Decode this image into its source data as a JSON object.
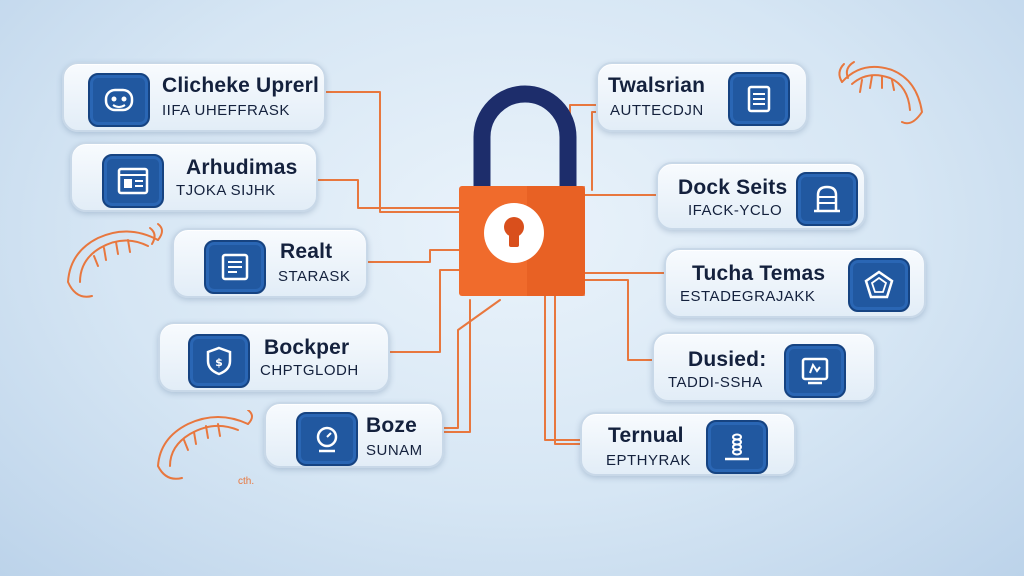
{
  "colors": {
    "background": "#d6e6f4",
    "connector": "#e8773e",
    "lock_body": "#f06b2c",
    "lock_shackle": "#1d2d6b",
    "icon_tile": "#2158a0"
  },
  "center_icon": "padlock-icon",
  "left_cards": [
    {
      "title": "Clicheke Uprerl",
      "subtitle": "IIFA  UHEFFRASK",
      "icon": "robot-icon"
    },
    {
      "title": "Arhudimas",
      "subtitle": "TJOKA SIJHK",
      "icon": "browser-window-icon"
    },
    {
      "title": "Realt",
      "subtitle": "STARASK",
      "icon": "document-icon"
    },
    {
      "title": "Bockper",
      "subtitle": "CHPTGLODH",
      "icon": "shield-icon"
    },
    {
      "title": "Boze",
      "subtitle": "SUNAM",
      "icon": "webcam-icon"
    }
  ],
  "right_cards": [
    {
      "title": "Twalsrian",
      "subtitle": "AUTTECDJN",
      "icon": "clipboard-icon"
    },
    {
      "title": "Dock Seits",
      "subtitle": "IFACK-YCLO",
      "icon": "server-stack-icon"
    },
    {
      "title": "Tucha Temas",
      "subtitle": "ESTADEGRAJAKK",
      "icon": "pentagon-badge-icon"
    },
    {
      "title": "Dusied:",
      "subtitle": "TADDI-SSHA",
      "icon": "monitor-icon"
    },
    {
      "title": "Ternual",
      "subtitle": "EPTHYRAK",
      "icon": "spring-tower-icon"
    }
  ],
  "decorations": [
    "shrimp-icon",
    "shrimp-icon",
    "shrimp-icon",
    "shrimp-icon"
  ],
  "scribble": "cth."
}
